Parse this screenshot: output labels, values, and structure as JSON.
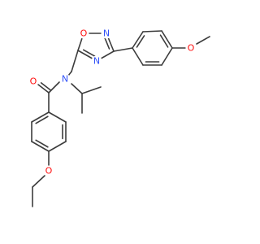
{
  "atom_colors": {
    "O": "#ff0d0d",
    "N": "#3050f8",
    "bond": "#3c3c3c",
    "background": "#ffffff"
  },
  "labels": {
    "oxadiazole_o": "O",
    "oxadiazole_n_top": "N",
    "oxadiazole_n_bottom": "N",
    "methoxy_o": "O",
    "carbonyl_o": "O",
    "amide_n": "N",
    "ethoxy_o": "O"
  }
}
